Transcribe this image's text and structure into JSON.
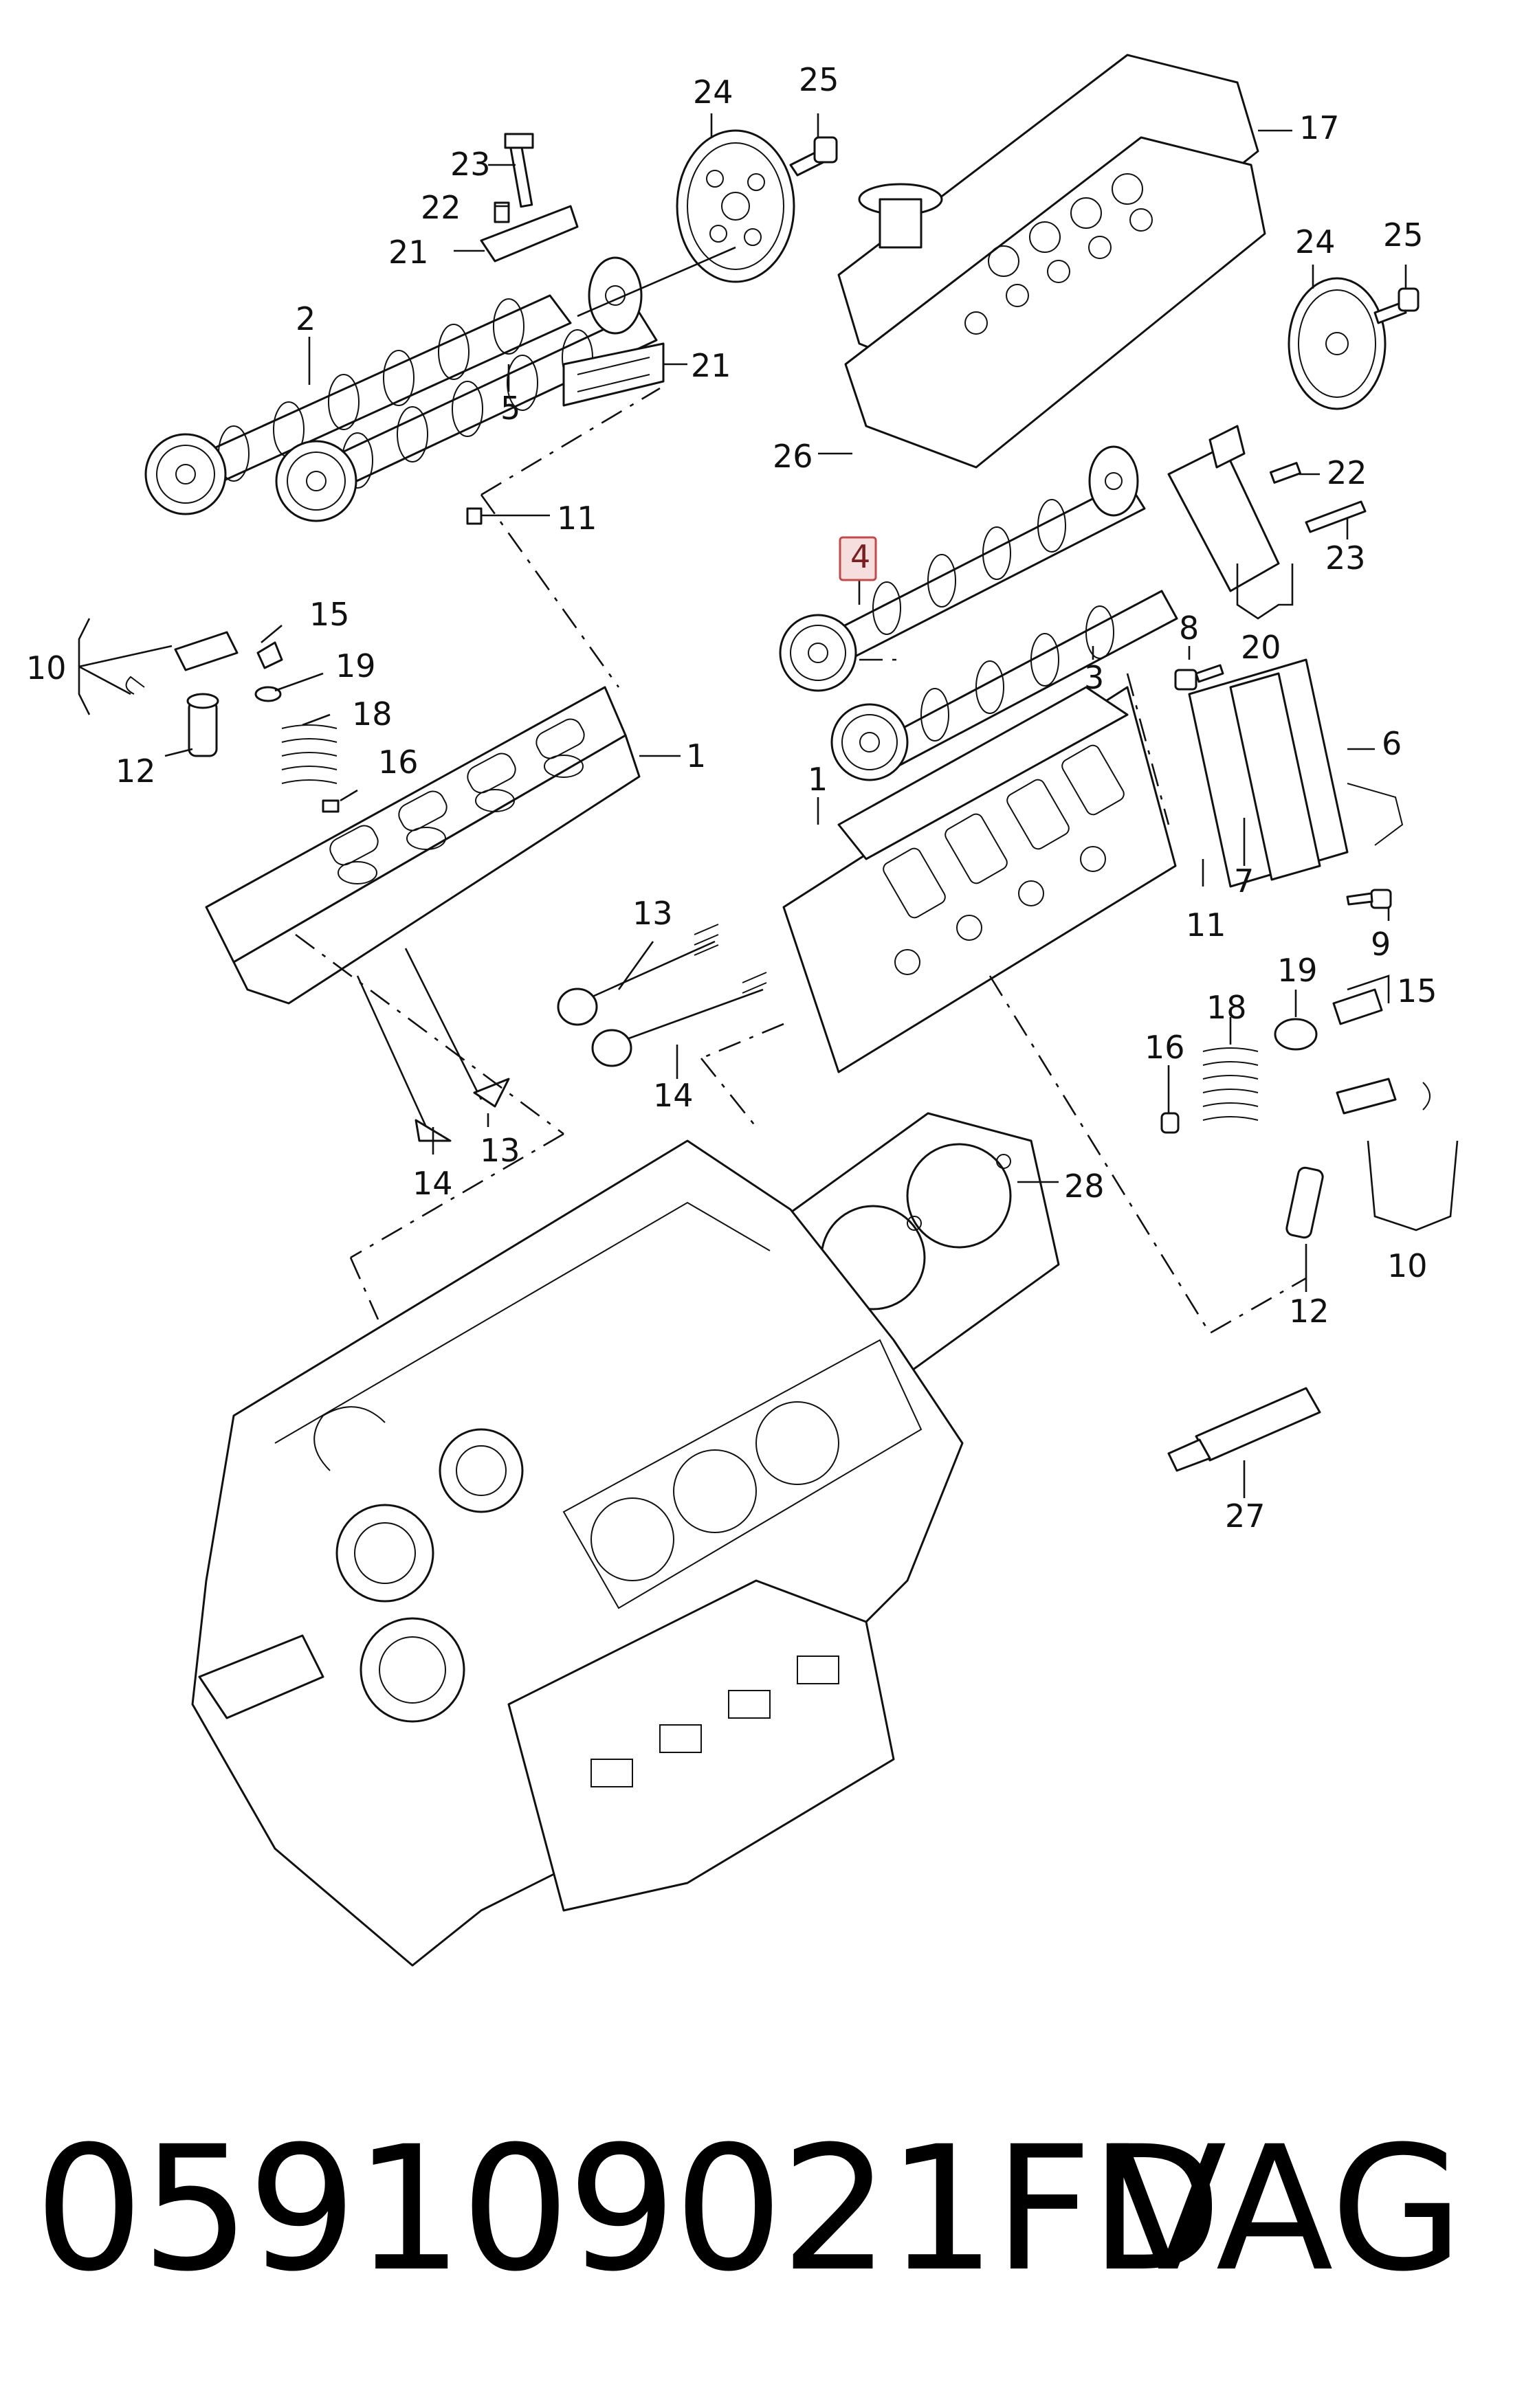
{
  "callouts": {
    "c1_left": "1",
    "c1_right": "1",
    "c2": "2",
    "c3": "3",
    "c4": "4",
    "c5": "5",
    "c6": "6",
    "c7": "7",
    "c8": "8",
    "c9": "9",
    "c10_left": "10",
    "c10_right": "10",
    "c11_top": "11",
    "c11_right": "11",
    "c12_left": "12",
    "c12_right": "12",
    "c13_a": "13",
    "c13_b": "13",
    "c14_a": "14",
    "c14_b": "14",
    "c15_left": "15",
    "c15_right": "15",
    "c16_left": "16",
    "c16_right": "16",
    "c17": "17",
    "c18_left": "18",
    "c18_right": "18",
    "c19_left": "19",
    "c19_right": "19",
    "c20": "20",
    "c21_a": "21",
    "c21_b": "21",
    "c22_left": "22",
    "c22_right": "22",
    "c23_left": "23",
    "c23_right": "23",
    "c24_left": "24",
    "c24_right": "24",
    "c25_left": "25",
    "c25_right": "25",
    "c26": "26",
    "c27": "27",
    "c28": "28"
  },
  "highlighted_callout": "4",
  "highlight_color": "#c14a4a",
  "footer": {
    "part_number": "059109021FD",
    "brand": "VAG"
  }
}
